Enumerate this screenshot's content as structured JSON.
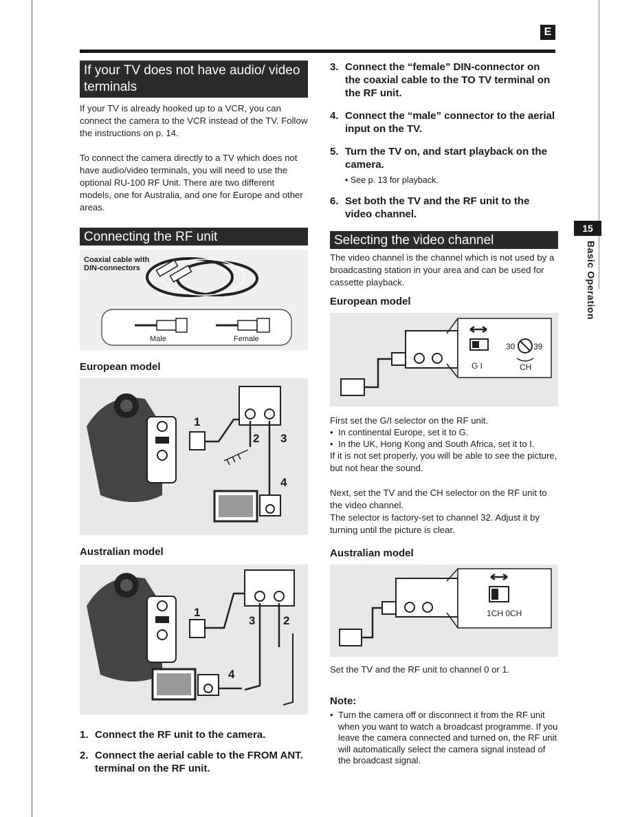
{
  "page": {
    "lang_badge": "E",
    "page_number": "15",
    "side_label": "Basic Operation"
  },
  "left": {
    "title": "If your TV does not have audio/ video terminals",
    "para1": "If your TV is already hooked up to a VCR, you can connect the camera to the VCR instead of the TV. Follow the instructions on p. 14.",
    "para2": "To connect the camera directly to a TV which does not have audio/video terminals, you will need to use the optional RU-100 RF Unit. There are two different models, one for Australia, and one for Europe and other areas.",
    "rf_title": "Connecting the RF unit",
    "cable_caption": "Coaxial cable with DIN-connectors",
    "male_label": "Male",
    "female_label": "Female",
    "european_heading": "European model",
    "australian_heading": "Australian model",
    "fig_nums_eu": [
      "1",
      "2",
      "3",
      "4"
    ],
    "fig_nums_au": [
      "1",
      "3",
      "2",
      "4"
    ],
    "steps": [
      {
        "num": "1.",
        "text": "Connect the RF unit to the camera."
      },
      {
        "num": "2.",
        "text": "Connect the aerial cable to the FROM ANT. terminal on the RF unit."
      }
    ]
  },
  "right": {
    "steps": [
      {
        "num": "3.",
        "text": "Connect the “female” DIN-connector on the coaxial cable to the TO TV terminal on the RF unit.",
        "sub": ""
      },
      {
        "num": "4.",
        "text": "Connect the “male” connector to the aerial input on the TV.",
        "sub": ""
      },
      {
        "num": "5.",
        "text": "Turn the TV on, and start playback on the camera.",
        "sub": "• See p. 13 for playback."
      },
      {
        "num": "6.",
        "text": "Set both the TV and the RF unit to the video channel.",
        "sub": ""
      }
    ],
    "channel_title": "Selecting the video channel",
    "channel_intro": "The video channel is the channel which is not used by a broadcasting station in your area and can be used for cassette playback.",
    "european_heading": "European model",
    "eu_fig": {
      "gi_label": "G  I",
      "ch_label": "CH",
      "dial_low": "30",
      "dial_high": "39"
    },
    "eu_text1": "First set the G/I selector on the RF unit.",
    "eu_bullets": [
      "In continental Europe, set it to G.",
      "In the UK, Hong Kong and South Africa, set it to I."
    ],
    "eu_text2": "If it is not set properly, you will be able to see the picture, but not hear the sound.",
    "eu_text3": "Next, set the TV and the CH selector on the RF unit to the video channel.",
    "eu_text4": "The selector is factory-set to channel 32. Adjust it by turning until the picture is clear.",
    "australian_heading": "Australian model",
    "au_fig": {
      "ch_label": "1CH 0CH"
    },
    "au_text": "Set the TV and the RF unit to channel 0 or 1.",
    "note_heading": "Note:",
    "note_items": [
      "Turn the camera off or disconnect it from the RF unit when you want to watch a broadcast programme. If you leave the camera connected and turned on, the RF unit will automatically select the camera signal instead of the broadcast signal."
    ]
  }
}
